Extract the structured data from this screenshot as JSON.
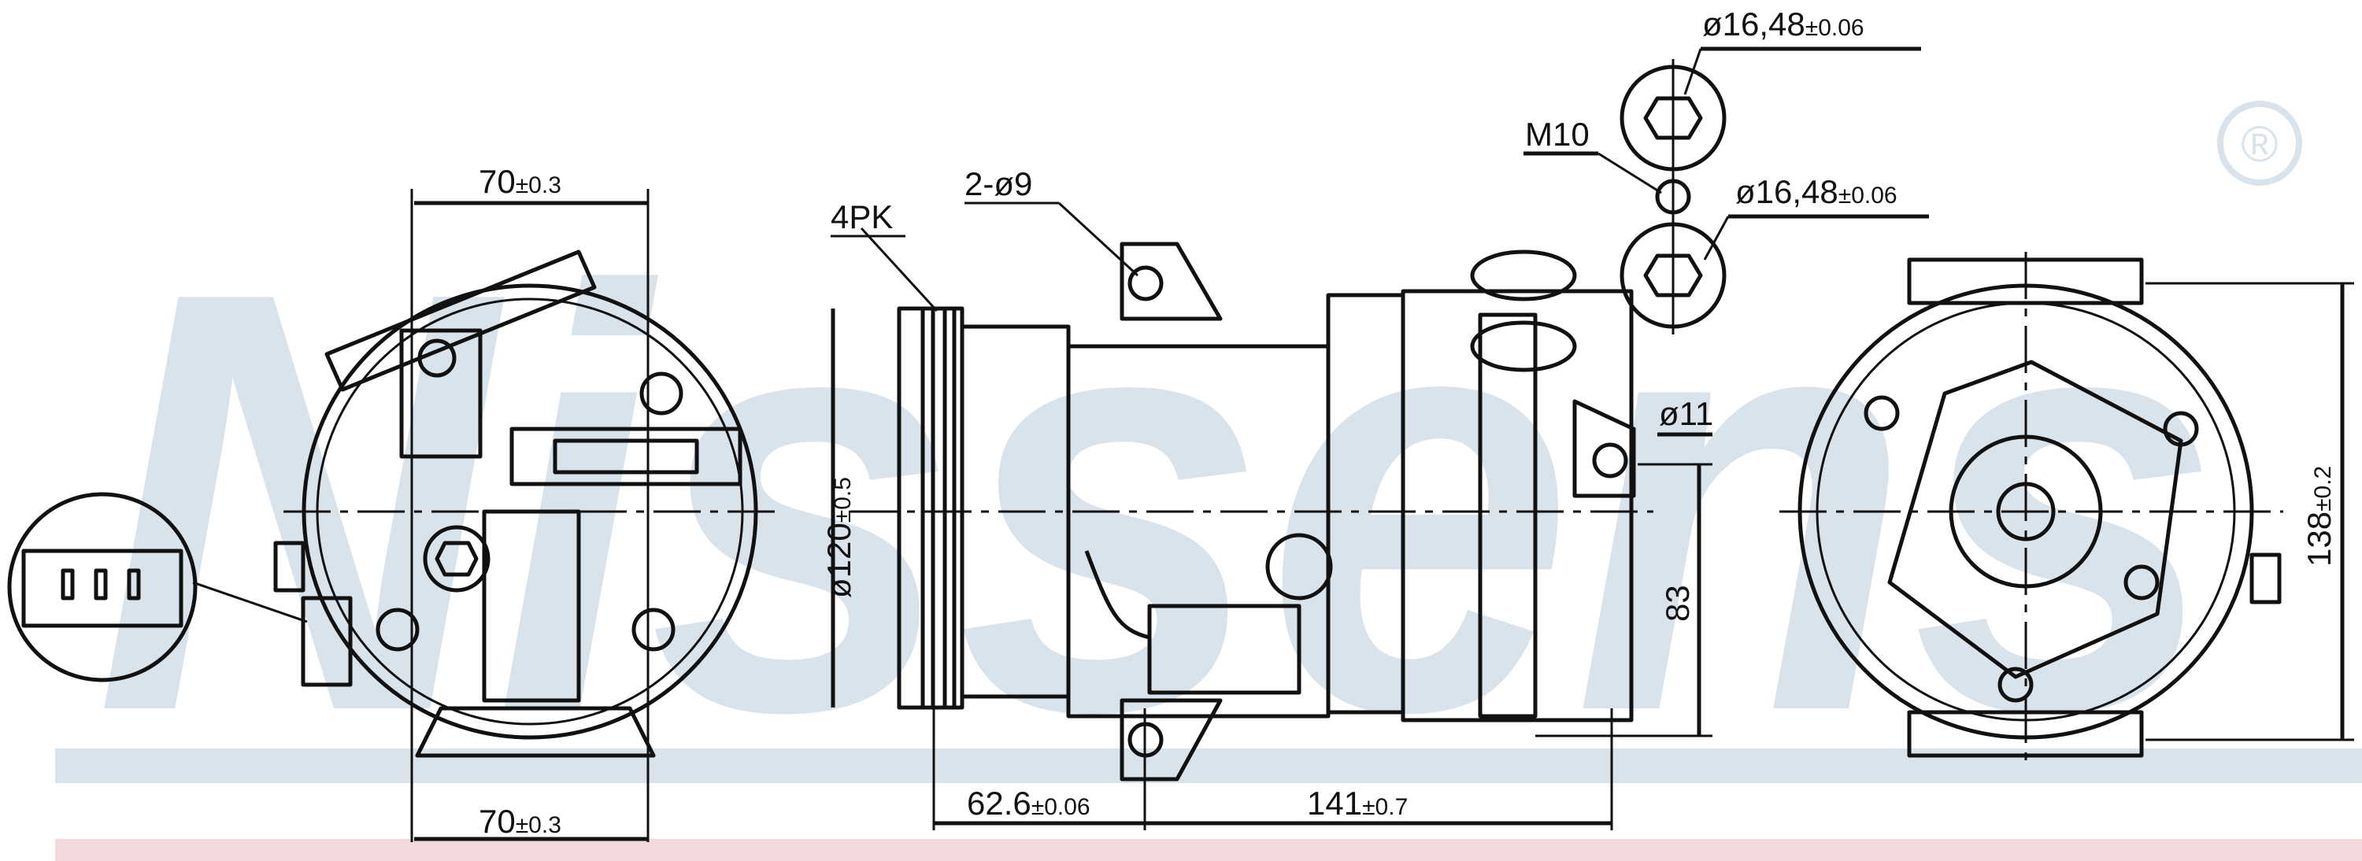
{
  "watermark": {
    "brand": "Nissens",
    "registered": "®",
    "color": "#d9e3ec",
    "band_color": "#d9e3ec",
    "stripe_color": "#f2d9dd"
  },
  "dimensions": {
    "left_top_width": {
      "value": "70",
      "tol": "±0.3"
    },
    "left_bottom_width": {
      "value": "70",
      "tol": "±0.3"
    },
    "belt": "4PK",
    "mount_holes": "2-ø9",
    "pulley_diameter": {
      "value": "ø120",
      "tol": "±0.5"
    },
    "pulley_offset": {
      "value": "62.6",
      "tol": "±0.06"
    },
    "body_length": {
      "value": "141",
      "tol": "±0.7"
    },
    "thread": "M10",
    "port_upper": {
      "value": "ø16,48",
      "tol": "±0.06"
    },
    "port_lower": {
      "value": "ø16,48",
      "tol": "±0.06"
    },
    "mount_hole": "ø11",
    "mount_height": "83",
    "overall_height": {
      "value": "138",
      "tol": "±0.2"
    }
  }
}
